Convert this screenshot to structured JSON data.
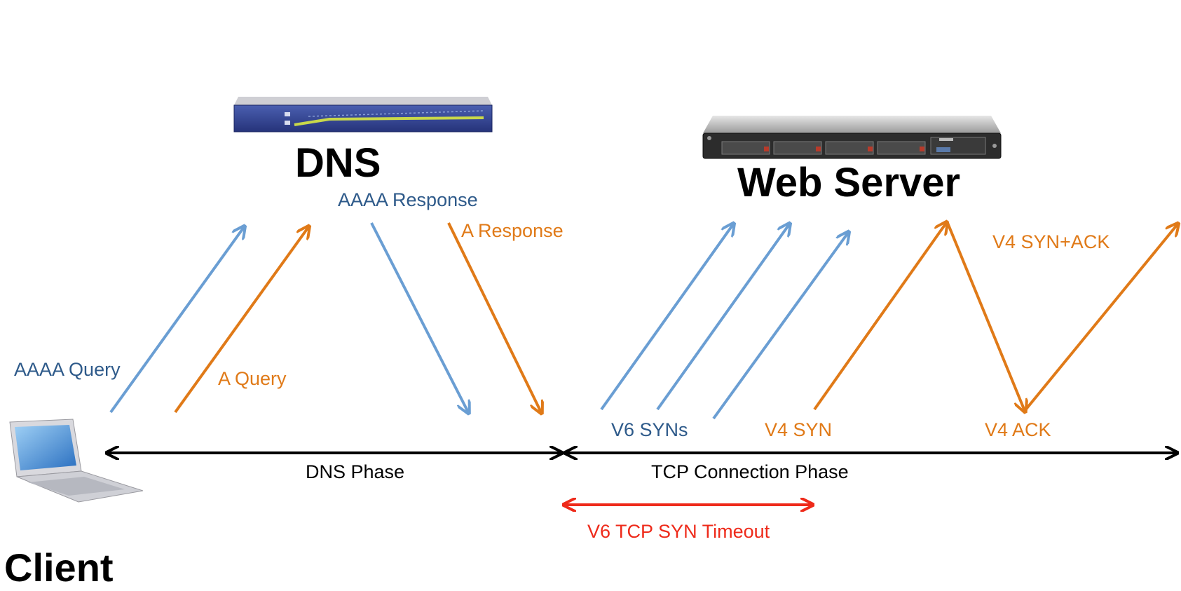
{
  "nodes": {
    "dns": {
      "label": "DNS",
      "icon": "dns-server-appliance-icon"
    },
    "web": {
      "label": "Web Server",
      "icon": "rack-web-server-icon"
    },
    "client": {
      "label": "Client",
      "icon": "laptop-icon"
    }
  },
  "messages": {
    "aaaa_query": "AAAA Query",
    "a_query": "A Query",
    "aaaa_response": "AAAA Response",
    "a_response": "A Response",
    "v6_syns": "V6 SYNs",
    "v4_syn": "V4 SYN",
    "v4_synack": "V4 SYN+ACK",
    "v4_ack": "V4 ACK"
  },
  "phases": {
    "dns": "DNS Phase",
    "tcp": "TCP Connection Phase",
    "timeout": "V6 TCP SYN Timeout"
  },
  "colors": {
    "ipv6_arrow": "#6a9ed3",
    "ipv6_text": "#2e5a8a",
    "ipv4": "#e07a18",
    "timeout": "#ee2a1a",
    "timeline": "#000000"
  }
}
